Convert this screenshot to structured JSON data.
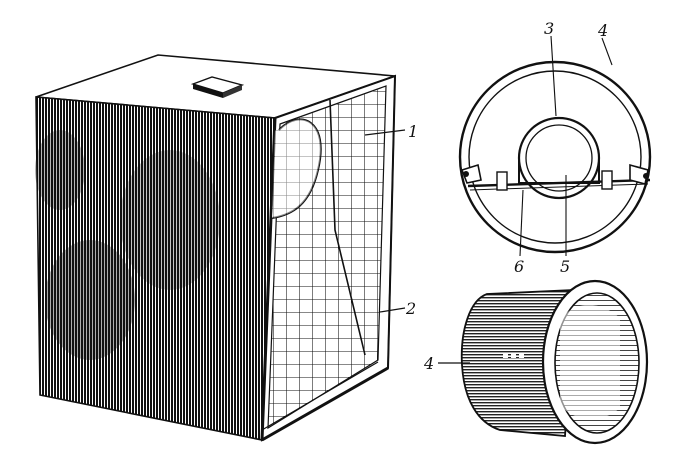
{
  "labels": {
    "l1": "1",
    "l2": "2",
    "l3": "3",
    "l4_top": "4",
    "l4_bottom": "4",
    "l5": "5",
    "l6": "6"
  },
  "colors": {
    "ink": "#111111",
    "paper": "#ffffff"
  }
}
